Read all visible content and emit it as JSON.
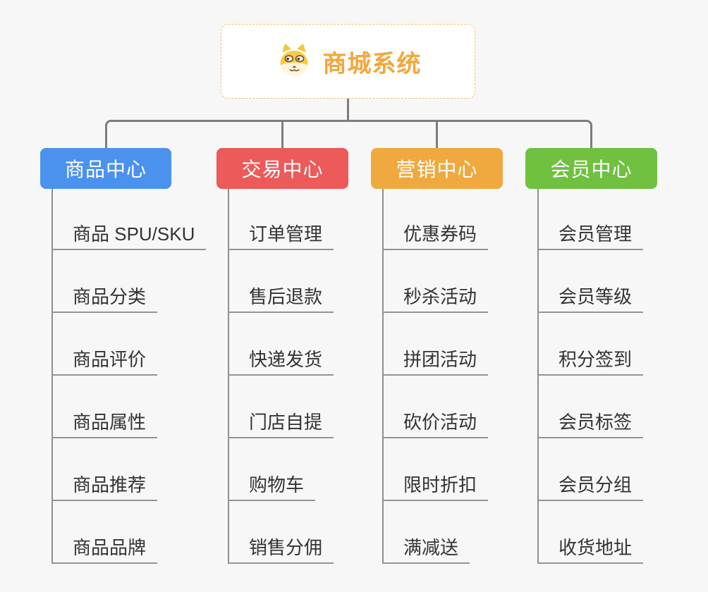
{
  "root": {
    "title": "商城系统",
    "icon": "shiba-dog-icon"
  },
  "branches": [
    {
      "label": "商品中心",
      "color": "#4b92ef",
      "items": [
        "商品 SPU/SKU",
        "商品分类",
        "商品评价",
        "商品属性",
        "商品推荐",
        "商品品牌"
      ]
    },
    {
      "label": "交易中心",
      "color": "#ed5a5a",
      "items": [
        "订单管理",
        "售后退款",
        "快递发货",
        "门店自提",
        "购物车",
        "销售分佣"
      ]
    },
    {
      "label": "营销中心",
      "color": "#efa93e",
      "items": [
        "优惠券码",
        "秒杀活动",
        "拼团活动",
        "砍价活动",
        "限时折扣",
        "满减送"
      ]
    },
    {
      "label": "会员中心",
      "color": "#6fc13f",
      "items": [
        "会员管理",
        "会员等级",
        "积分签到",
        "会员标签",
        "会员分组",
        "收货地址"
      ]
    }
  ],
  "colors": {
    "background": "#f7f7f7",
    "connector_gray": "#7d7d7d",
    "trunk_gray": "#8f8f8f",
    "underline_gray": "#949494",
    "child_text": "#333333",
    "root_title_orange": "#f3a73c",
    "root_border_orange": "#f3c06a"
  }
}
